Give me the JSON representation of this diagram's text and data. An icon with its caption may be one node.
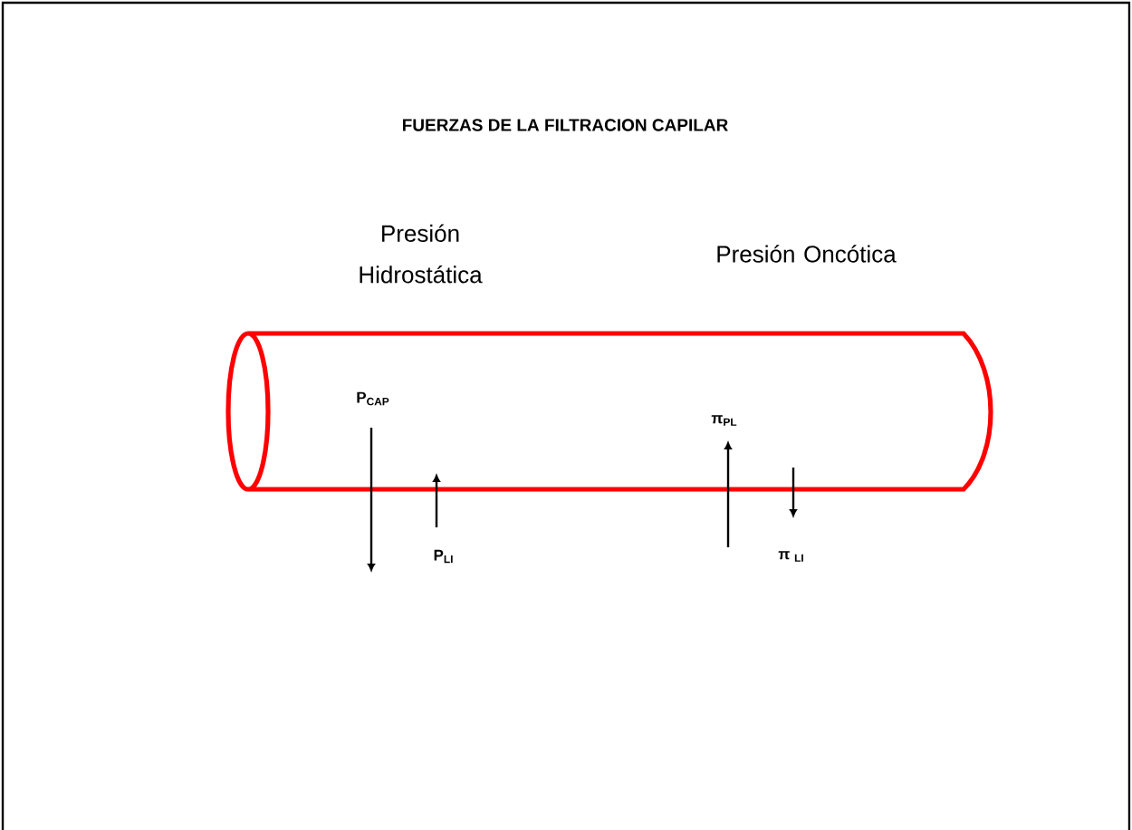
{
  "diagram": {
    "title": "FUERZAS DE LA FILTRACION CAPILAR",
    "labels": [
      "Presión Hidrostática",
      "Presión Oncótica",
      "P$_{CAP}$",
      "P$_{LI}$",
      "π$_{PL}$",
      "π $_{LI}$"
    ]
  }
}
